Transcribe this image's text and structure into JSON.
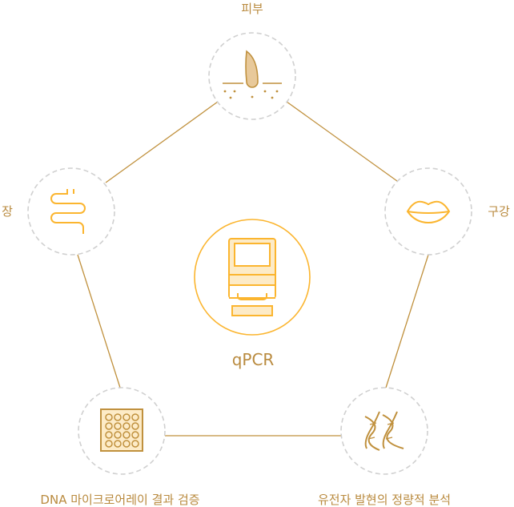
{
  "center": {
    "label": "qPCR",
    "icon": "qpcr-machine-icon"
  },
  "nodes": [
    {
      "label": "피부",
      "icon": "hair-follicle-icon"
    },
    {
      "label": "구강",
      "icon": "lips-icon"
    },
    {
      "label": "유전자 발현의 정량적 분석",
      "icon": "dna-icon"
    },
    {
      "label": "DNA 마이크로어레이 결과 검증",
      "icon": "microarray-icon"
    },
    {
      "label": "장",
      "icon": "intestine-icon"
    }
  ],
  "colors": {
    "line": "#c0913e",
    "accent": "#fbb52f",
    "text": "#b98a3e",
    "dash": "#d0d0d0",
    "fill": "#fdebc7"
  }
}
